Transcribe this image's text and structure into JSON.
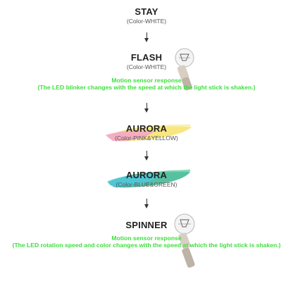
{
  "modes": [
    {
      "title": "STAY",
      "subtitle": "(Color-WHITE)"
    },
    {
      "title": "FLASH",
      "subtitle": "(Color-WHITE)"
    },
    {
      "title": "AURORA",
      "subtitle": "(Color-PINK&YELLOW)"
    },
    {
      "title": "AURORA",
      "subtitle": "(Color-BLUE&GREEN)"
    },
    {
      "title": "SPINNER",
      "subtitle": ""
    }
  ],
  "notes": {
    "flash": {
      "heading": "Motion sensor response",
      "text": "(The LED blinker changes with the speed at which the light stick is shaken.)"
    },
    "spinner": {
      "heading": "Motion sensor response",
      "text": "(The LED rotation speed and color changes with the speed at which the light stick is shaken.)"
    }
  },
  "colors": {
    "note_green": "#3ee03e",
    "pink": "#f4a6c8",
    "yellow": "#f7e36b",
    "blue": "#4fc6d8",
    "green": "#3ab58f"
  },
  "icons": [
    "down-arrow-icon",
    "light-stick-icon"
  ]
}
